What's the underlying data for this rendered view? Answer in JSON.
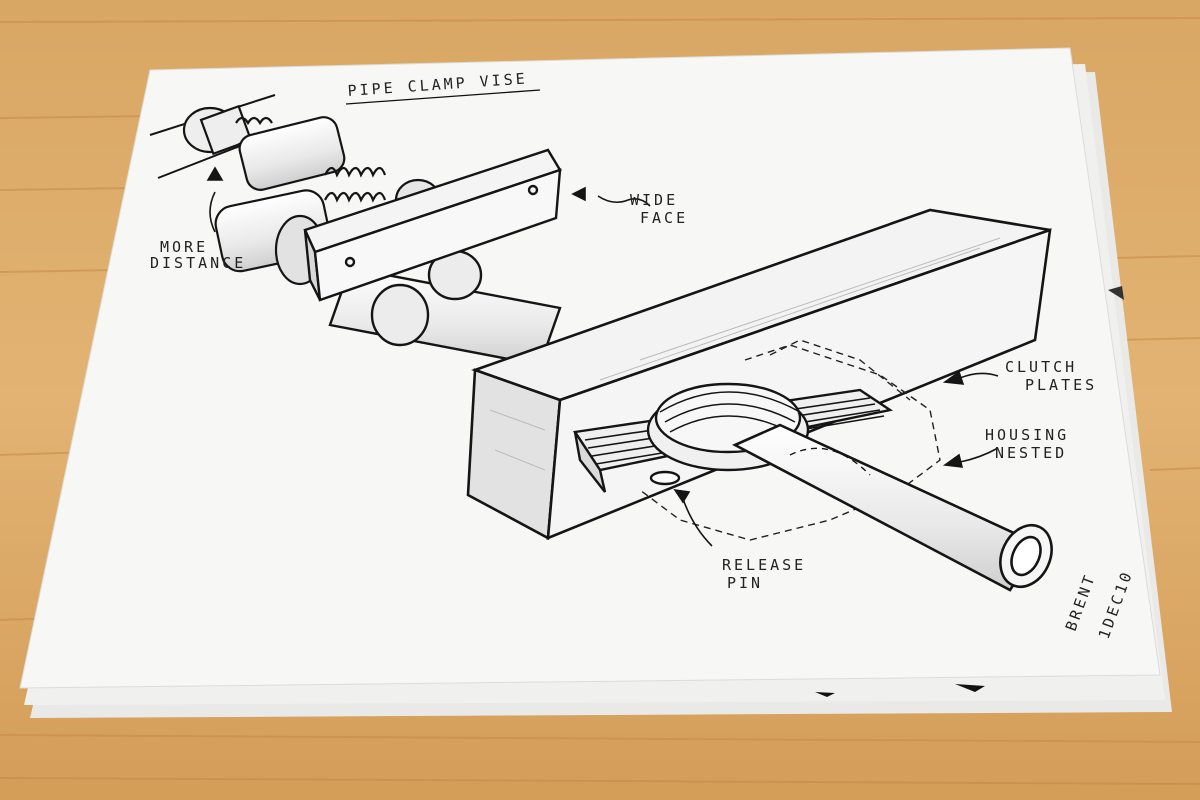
{
  "colors": {
    "table": "#dcab6a",
    "table_grain": "#c98d48",
    "paper": "#f6f6f4",
    "ink": "#151515"
  },
  "sketch": {
    "title": "PIPE CLAMP VISE",
    "labels": {
      "wide_face": [
        "WIDE",
        "FACE"
      ],
      "more_distance": [
        "MORE",
        "DISTANCE"
      ],
      "clutch_plates": [
        "CLUTCH",
        "PLATES"
      ],
      "housing_nested": [
        "HOUSING",
        "NESTED"
      ],
      "release_pin": [
        "RELEASE",
        "PIN"
      ]
    },
    "signature": [
      "BRENT",
      "1DEC10"
    ]
  }
}
